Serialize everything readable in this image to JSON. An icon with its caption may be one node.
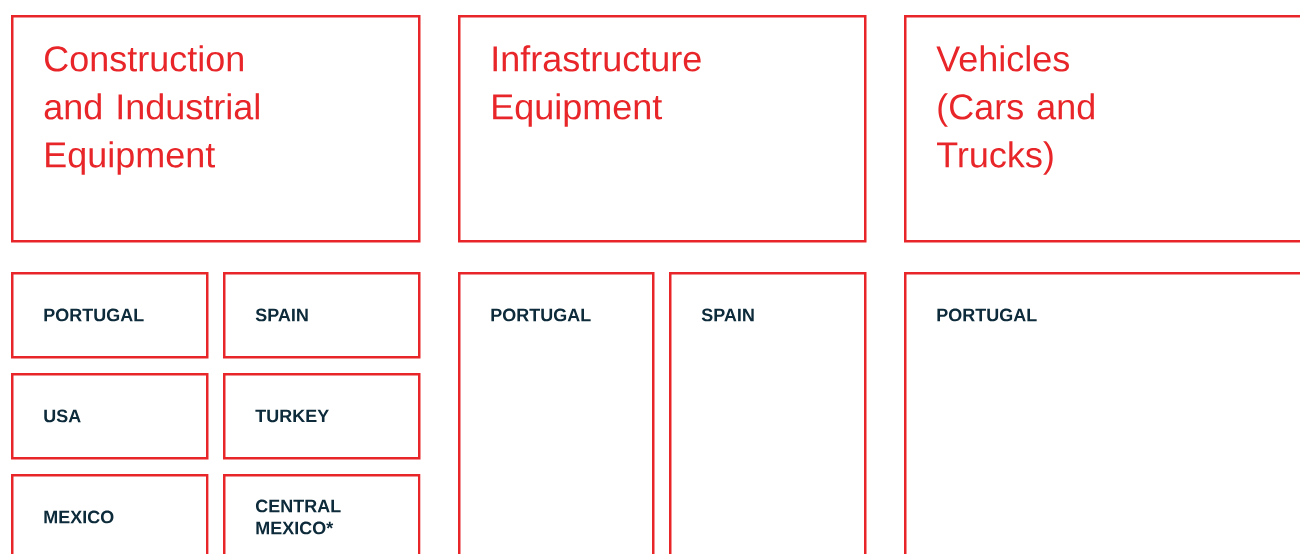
{
  "diagram": {
    "nodes": [
      {
        "text": [
          "Construction and Industrial Equipment"
        ]
      },
      {
        "text": [
          "Infrastructure Equipment"
        ]
      },
      {
        "text": [
          "Vehicles (Cars and Trucks)"
        ]
      },
      {
        "text": [
          "PORTUGAL"
        ]
      },
      {
        "text": [
          "SPAIN"
        ]
      },
      {
        "text": [
          "USA"
        ]
      },
      {
        "text": [
          "TURKEY"
        ]
      },
      {
        "text": [
          "MEXICO"
        ]
      },
      {
        "text": [
          "CENTRAL MEXICO*"
        ]
      },
      {
        "text": [
          "PORTUGAL"
        ]
      },
      {
        "text": [
          "SPAIN"
        ]
      },
      {
        "text": [
          "PORTUGAL"
        ]
      }
    ]
  }
}
